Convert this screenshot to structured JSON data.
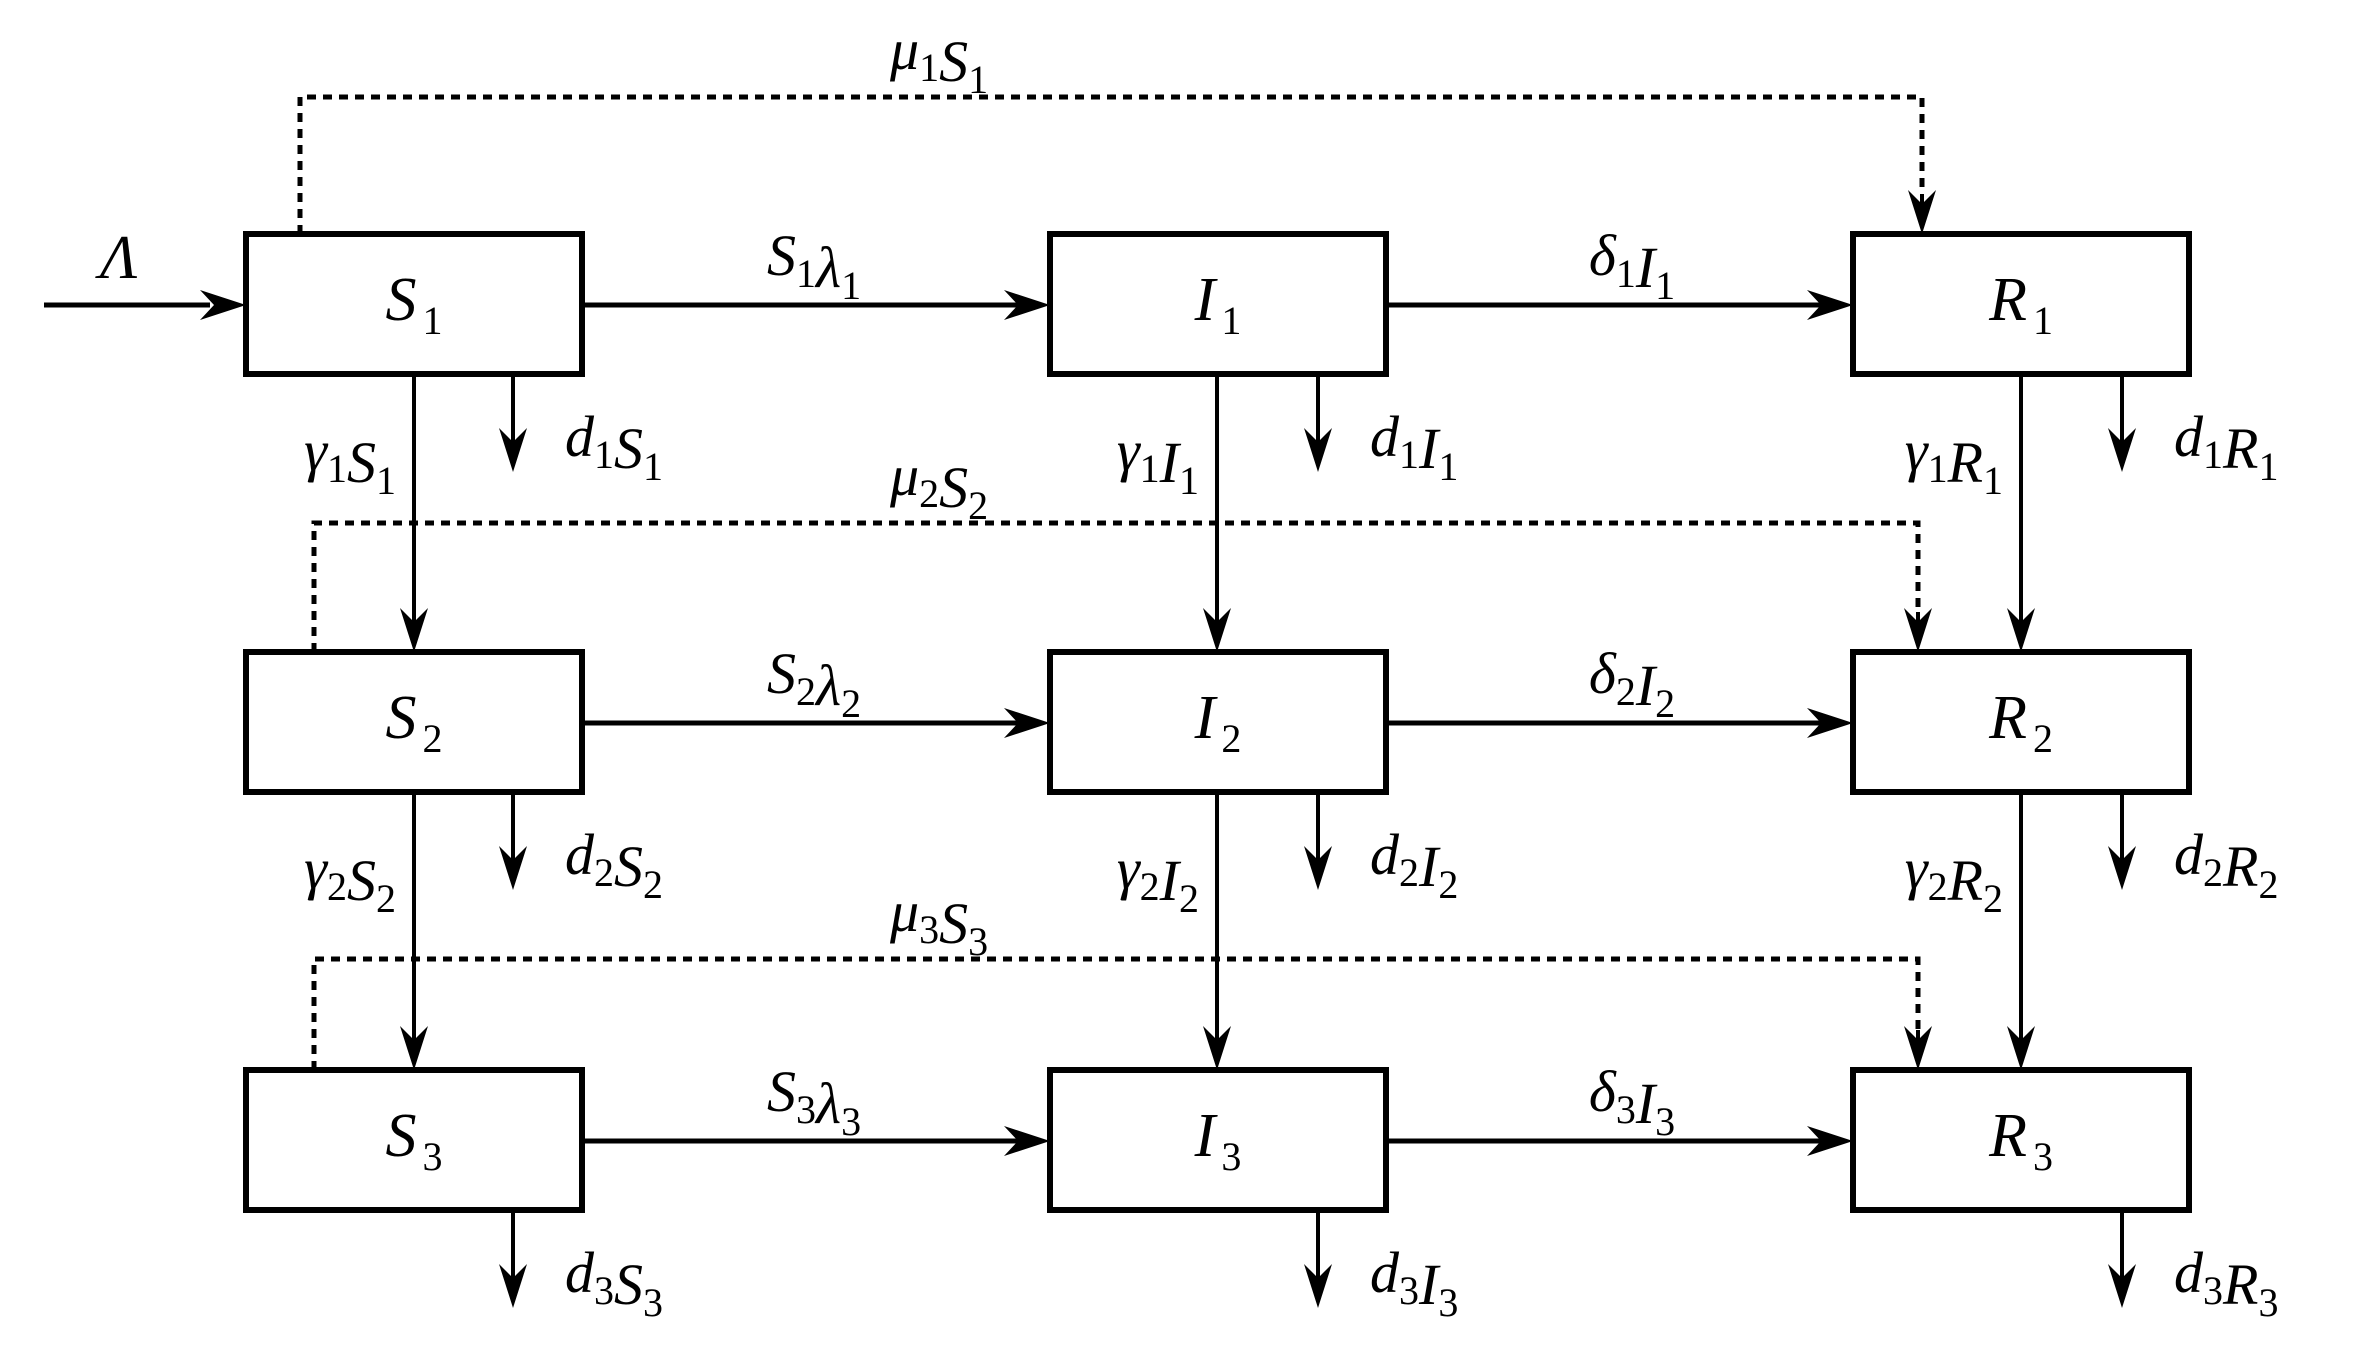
{
  "title": "Three-stage SIR compartment flow diagram",
  "inflow": {
    "label": "Λ"
  },
  "compartments": [
    {
      "id": "S1",
      "sym": "S",
      "sub": "1",
      "row": 1,
      "col": "S"
    },
    {
      "id": "I1",
      "sym": "I",
      "sub": "1",
      "row": 1,
      "col": "I"
    },
    {
      "id": "R1",
      "sym": "R",
      "sub": "1",
      "row": 1,
      "col": "R"
    },
    {
      "id": "S2",
      "sym": "S",
      "sub": "2",
      "row": 2,
      "col": "S"
    },
    {
      "id": "I2",
      "sym": "I",
      "sub": "2",
      "row": 2,
      "col": "I"
    },
    {
      "id": "R2",
      "sym": "R",
      "sub": "2",
      "row": 2,
      "col": "R"
    },
    {
      "id": "S3",
      "sym": "S",
      "sub": "3",
      "row": 3,
      "col": "S"
    },
    {
      "id": "I3",
      "sym": "I",
      "sub": "3",
      "row": 3,
      "col": "I"
    },
    {
      "id": "R3",
      "sym": "R",
      "sub": "3",
      "row": 3,
      "col": "R"
    }
  ],
  "infection_flows": [
    {
      "from": "S1",
      "to": "I1",
      "parts": [
        [
          "S",
          "1"
        ],
        [
          "λ",
          "1"
        ]
      ]
    },
    {
      "from": "S2",
      "to": "I2",
      "parts": [
        [
          "S",
          "2"
        ],
        [
          "λ",
          "2"
        ]
      ]
    },
    {
      "from": "S3",
      "to": "I3",
      "parts": [
        [
          "S",
          "3"
        ],
        [
          "λ",
          "3"
        ]
      ]
    }
  ],
  "recovery_flows": [
    {
      "from": "I1",
      "to": "R1",
      "parts": [
        [
          "δ",
          "1"
        ],
        [
          "I",
          "1"
        ]
      ]
    },
    {
      "from": "I2",
      "to": "R2",
      "parts": [
        [
          "δ",
          "2"
        ],
        [
          "I",
          "2"
        ]
      ]
    },
    {
      "from": "I3",
      "to": "R3",
      "parts": [
        [
          "δ",
          "3"
        ],
        [
          "I",
          "3"
        ]
      ]
    }
  ],
  "vaccination_flows": [
    {
      "from": "S1",
      "to": "R1",
      "style": "dotted",
      "parts": [
        [
          "μ",
          "1"
        ],
        [
          "S",
          "1"
        ]
      ]
    },
    {
      "from": "S2",
      "to": "R2",
      "style": "dotted",
      "parts": [
        [
          "μ",
          "2"
        ],
        [
          "S",
          "2"
        ]
      ]
    },
    {
      "from": "S3",
      "to": "R3",
      "style": "dotted",
      "parts": [
        [
          "μ",
          "3"
        ],
        [
          "S",
          "3"
        ]
      ]
    }
  ],
  "aging_flows": [
    {
      "from": "S1",
      "to": "S2",
      "parts": [
        [
          "γ",
          "1"
        ],
        [
          "S",
          "1"
        ]
      ]
    },
    {
      "from": "I1",
      "to": "I2",
      "parts": [
        [
          "γ",
          "1"
        ],
        [
          "I",
          "1"
        ]
      ]
    },
    {
      "from": "R1",
      "to": "R2",
      "parts": [
        [
          "γ",
          "1"
        ],
        [
          "R",
          "1"
        ]
      ]
    },
    {
      "from": "S2",
      "to": "S3",
      "parts": [
        [
          "γ",
          "2"
        ],
        [
          "S",
          "2"
        ]
      ]
    },
    {
      "from": "I2",
      "to": "I3",
      "parts": [
        [
          "γ",
          "2"
        ],
        [
          "I",
          "2"
        ]
      ]
    },
    {
      "from": "R2",
      "to": "R3",
      "parts": [
        [
          "γ",
          "2"
        ],
        [
          "R",
          "2"
        ]
      ]
    }
  ],
  "death_flows": [
    {
      "from": "S1",
      "parts": [
        [
          "d",
          "1"
        ],
        [
          "S",
          "1"
        ]
      ]
    },
    {
      "from": "I1",
      "parts": [
        [
          "d",
          "1"
        ],
        [
          "I",
          "1"
        ]
      ]
    },
    {
      "from": "R1",
      "parts": [
        [
          "d",
          "1"
        ],
        [
          "R",
          "1"
        ]
      ]
    },
    {
      "from": "S2",
      "parts": [
        [
          "d",
          "2"
        ],
        [
          "S",
          "2"
        ]
      ]
    },
    {
      "from": "I2",
      "parts": [
        [
          "d",
          "2"
        ],
        [
          "I",
          "2"
        ]
      ]
    },
    {
      "from": "R2",
      "parts": [
        [
          "d",
          "2"
        ],
        [
          "R",
          "2"
        ]
      ]
    },
    {
      "from": "S3",
      "parts": [
        [
          "d",
          "3"
        ],
        [
          "S",
          "3"
        ]
      ]
    },
    {
      "from": "I3",
      "parts": [
        [
          "d",
          "3"
        ],
        [
          "I",
          "3"
        ]
      ]
    },
    {
      "from": "R3",
      "parts": [
        [
          "d",
          "3"
        ],
        [
          "R",
          "3"
        ]
      ]
    }
  ]
}
